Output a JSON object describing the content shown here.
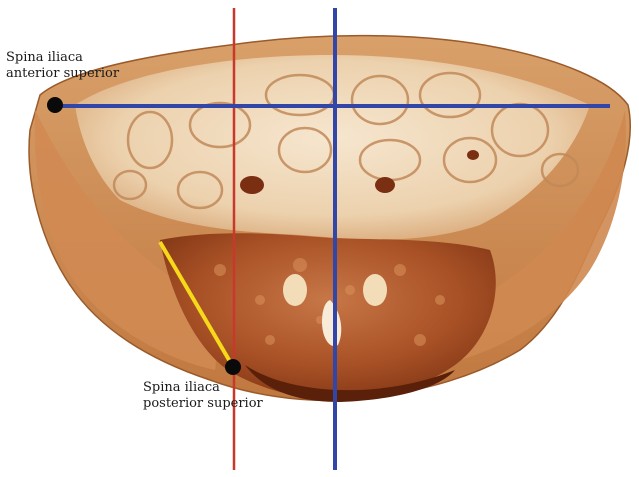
{
  "labels": {
    "anterior_line1": "Spina iliaca",
    "anterior_line2": "anterior superior",
    "posterior_line1": "Spina iliaca",
    "posterior_line2": "posterior superior"
  },
  "colors": {
    "background": "#ffffff",
    "red_line": "#c8392b",
    "blue_line": "#3246a8",
    "yellow_line": "#f5d91a",
    "marker": "#0a0a0a",
    "tissue_outer": "#c98a55",
    "tissue_inner": "#f3e1c8",
    "tissue_dark": "#8e3d1c"
  },
  "markers": [
    "anterior-superior-iliac-spine",
    "posterior-superior-iliac-spine"
  ]
}
